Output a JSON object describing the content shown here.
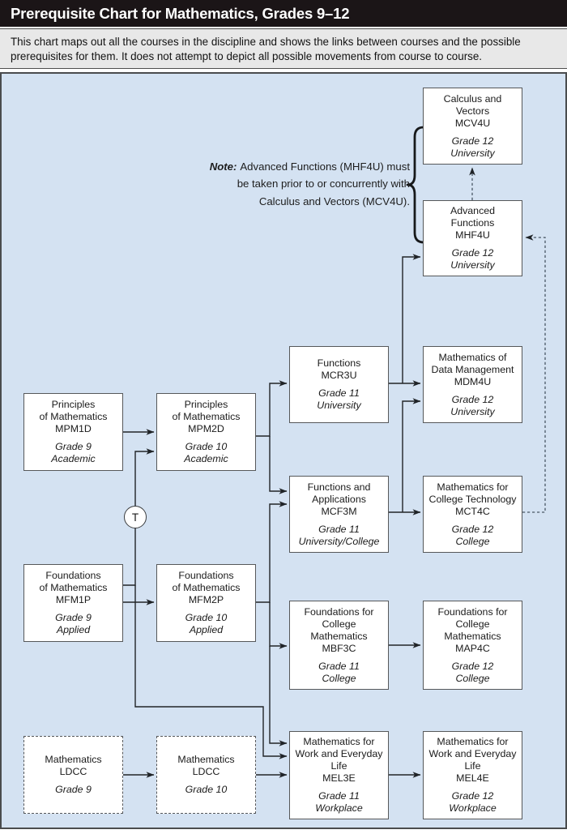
{
  "header": {
    "title": "Prerequisite Chart for Mathematics, Grades 9–12"
  },
  "intro": {
    "line1": "This chart maps out all the courses in the discipline and shows the links between courses and the possible",
    "line2": "prerequisites for them. It does not attempt to depict all possible movements from course to course."
  },
  "note": {
    "label": "Note:",
    "line1": "Advanced Functions (MHF4U) must",
    "line2": "be taken prior to or concurrently with",
    "line3": "Calculus and Vectors (MCV4U)."
  },
  "transfer": {
    "label": "T",
    "meaning": "transfer course indicator shown between Grade 9 applied and Grade 10 academic streams"
  },
  "courses": {
    "mcv4u": {
      "title": "Calculus and\nVectors",
      "code": "MCV4U",
      "grade": "Grade 12",
      "stream": "University"
    },
    "mhf4u": {
      "title": "Advanced\nFunctions",
      "code": "MHF4U",
      "grade": "Grade 12",
      "stream": "University"
    },
    "mcr3u": {
      "title": "Functions",
      "code": "MCR3U",
      "grade": "Grade 11",
      "stream": "University"
    },
    "mdm4u": {
      "title": "Mathematics of\nData Management",
      "code": "MDM4U",
      "grade": "Grade 12",
      "stream": "University"
    },
    "mpm1d": {
      "title": "Principles\nof Mathematics",
      "code": "MPM1D",
      "grade": "Grade 9",
      "stream": "Academic"
    },
    "mpm2d": {
      "title": "Principles\nof Mathematics",
      "code": "MPM2D",
      "grade": "Grade 10",
      "stream": "Academic"
    },
    "mcf3m": {
      "title": "Functions and\nApplications",
      "code": "MCF3M",
      "grade": "Grade 11",
      "stream": "University/College"
    },
    "mct4c": {
      "title": "Mathematics for\nCollege Technology",
      "code": "MCT4C",
      "grade": "Grade 12",
      "stream": "College"
    },
    "mfm1p": {
      "title": "Foundations\nof Mathematics",
      "code": "MFM1P",
      "grade": "Grade 9",
      "stream": "Applied"
    },
    "mfm2p": {
      "title": "Foundations\nof Mathematics",
      "code": "MFM2P",
      "grade": "Grade 10",
      "stream": "Applied"
    },
    "mbf3c": {
      "title": "Foundations for\nCollege\nMathematics",
      "code": "MBF3C",
      "grade": "Grade 11",
      "stream": "College"
    },
    "map4c": {
      "title": "Foundations for\nCollege\nMathematics",
      "code": "MAP4C",
      "grade": "Grade 12",
      "stream": "College"
    },
    "ldcc9": {
      "title": "Mathematics",
      "code": "LDCC",
      "grade": "Grade 9",
      "stream": ""
    },
    "ldcc10": {
      "title": "Mathematics",
      "code": "LDCC",
      "grade": "Grade 10",
      "stream": ""
    },
    "mel3e": {
      "title": "Mathematics for\nWork and Everyday\nLife",
      "code": "MEL3E",
      "grade": "Grade 11",
      "stream": "Workplace"
    },
    "mel4e": {
      "title": "Mathematics for\nWork and Everyday\nLife",
      "code": "MEL4E",
      "grade": "Grade 12",
      "stream": "Workplace"
    }
  },
  "edges": [
    {
      "from": "MPM1D",
      "to": "MPM2D",
      "style": "solid"
    },
    {
      "from": "MFM1P",
      "to": "MPM2D",
      "style": "solid",
      "via": "T"
    },
    {
      "from": "MFM1P",
      "to": "MFM2P",
      "style": "solid"
    },
    {
      "from": "MFM1P",
      "to": "MEL3E",
      "style": "solid"
    },
    {
      "from": "MPM2D",
      "to": "MCR3U",
      "style": "solid"
    },
    {
      "from": "MPM2D",
      "to": "MCF3M",
      "style": "solid"
    },
    {
      "from": "MFM2P",
      "to": "MCF3M",
      "style": "solid"
    },
    {
      "from": "MFM2P",
      "to": "MBF3C",
      "style": "solid"
    },
    {
      "from": "MFM2P",
      "to": "MEL3E",
      "style": "solid"
    },
    {
      "from": "LDCC Grade 9",
      "to": "LDCC Grade 10",
      "style": "solid"
    },
    {
      "from": "LDCC Grade 10",
      "to": "MEL3E",
      "style": "solid"
    },
    {
      "from": "MEL3E",
      "to": "MEL4E",
      "style": "solid"
    },
    {
      "from": "MBF3C",
      "to": "MAP4C",
      "style": "solid"
    },
    {
      "from": "MCR3U",
      "to": "MDM4U",
      "style": "solid"
    },
    {
      "from": "MCR3U",
      "to": "MHF4U",
      "style": "solid"
    },
    {
      "from": "MCF3M",
      "to": "MDM4U",
      "style": "solid"
    },
    {
      "from": "MCF3M",
      "to": "MCT4C",
      "style": "solid"
    },
    {
      "from": "MHF4U",
      "to": "MCV4U",
      "style": "dashed"
    },
    {
      "from": "MCT4C",
      "to": "MHF4U",
      "style": "dashed"
    }
  ],
  "colors": {
    "header_bg": "#1b1517",
    "intro_bg": "#e8e8e8",
    "chart_bg": "#d4e2f2",
    "box_border": "#56585a",
    "solid_line": "#212427",
    "dashed_line": "#4a5866"
  }
}
